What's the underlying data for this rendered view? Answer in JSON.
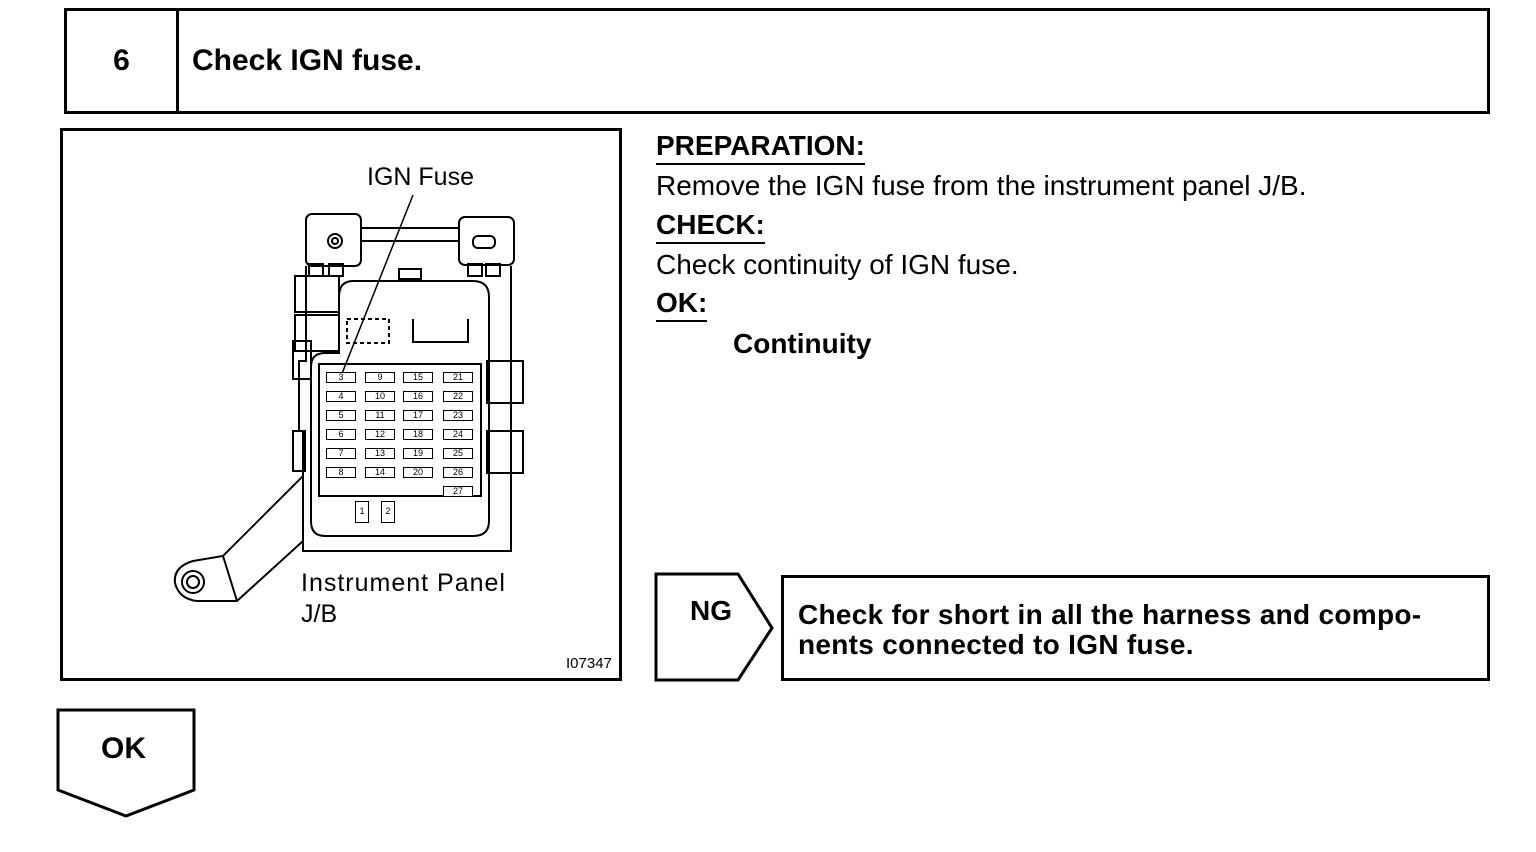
{
  "step": {
    "number": "6",
    "title": "Check IGN fuse."
  },
  "illustration": {
    "label_ign_fuse": "IGN Fuse",
    "label_panel_line1": "Instrument  Panel",
    "label_panel_line2": "J/B",
    "figure_id": "I07347",
    "fuse_numbers": [
      "3",
      "4",
      "5",
      "6",
      "7",
      "8",
      "9",
      "10",
      "11",
      "12",
      "13",
      "14",
      "15",
      "16",
      "17",
      "18",
      "19",
      "20",
      "21",
      "22",
      "23",
      "24",
      "25",
      "26",
      "27"
    ],
    "relay_numbers": [
      "1",
      "2"
    ]
  },
  "instructions": {
    "preparation_heading": "PREPARATION:",
    "preparation_text": "Remove the IGN fuse from the instrument panel J/B.",
    "check_heading": "CHECK:",
    "check_text": "Check continuity of IGN fuse.",
    "ok_heading": "OK:",
    "ok_value": "Continuity"
  },
  "results": {
    "ng_label": "NG",
    "ng_action_line1": "Check for short in all the harness and compo-",
    "ng_action_line2": "nents connected to IGN fuse.",
    "ok_label": "OK"
  }
}
